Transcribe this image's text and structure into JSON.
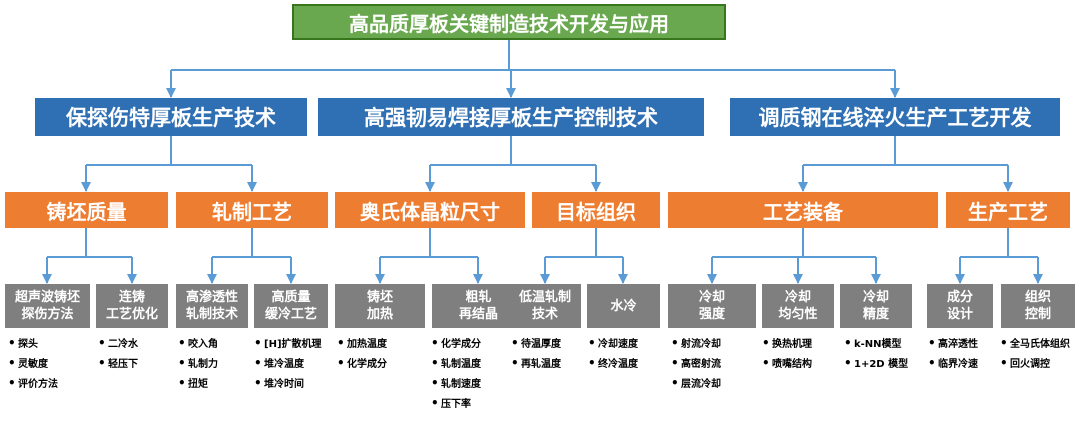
{
  "root": "高品质厚板关键制造技术开发与应用",
  "branches": [
    {
      "label": "保探伤特厚板生产技术",
      "groups": [
        {
          "label": "铸坯质量",
          "items": [
            {
              "label": "超声波铸坯\n探伤方法",
              "points": [
                "探头",
                "灵敏度",
                "评价方法"
              ]
            },
            {
              "label": "连铸\n工艺优化",
              "points": [
                "二冷水",
                "轻压下"
              ]
            }
          ]
        },
        {
          "label": "轧制工艺",
          "items": [
            {
              "label": "高渗透性\n轧制技术",
              "points": [
                "咬入角",
                "轧制力",
                "扭矩"
              ]
            },
            {
              "label": "高质量\n缓冷工艺",
              "points": [
                "[H]扩散机理",
                "堆冷温度",
                "堆冷时间"
              ]
            }
          ]
        }
      ]
    },
    {
      "label": "高强韧易焊接厚板生产控制技术",
      "groups": [
        {
          "label": "奥氏体晶粒尺寸",
          "items": [
            {
              "label": "铸坯\n加热",
              "points": [
                "加热温度",
                "化学成分"
              ]
            },
            {
              "label": "粗轧\n再结晶",
              "points": [
                "化学成分",
                "轧制温度",
                "轧制速度",
                "压下率"
              ]
            }
          ]
        },
        {
          "label": "目标组织",
          "items": [
            {
              "label": "低温轧制\n技术",
              "points": [
                "待温厚度",
                "再轧温度"
              ]
            },
            {
              "label": "水冷",
              "points": [
                "冷却速度",
                "终冷温度"
              ]
            }
          ]
        }
      ]
    },
    {
      "label": "调质钢在线淬火生产工艺开发",
      "groups": [
        {
          "label": "工艺装备",
          "items": [
            {
              "label": "冷却\n强度",
              "points": [
                "射流冷却",
                "高密射流",
                "层流冷却"
              ]
            },
            {
              "label": "冷却\n均匀性",
              "points": [
                "换热机理",
                "喷嘴结构"
              ]
            },
            {
              "label": "冷却\n精度",
              "points": [
                "k-NN模型",
                "1+2D 模型"
              ]
            }
          ]
        },
        {
          "label": "生产工艺",
          "items": [
            {
              "label": "成分\n设计",
              "points": [
                "高淬透性",
                "临界冷速"
              ]
            },
            {
              "label": "组织\n控制",
              "points": [
                "全马氏体组织",
                "回火调控"
              ]
            }
          ]
        }
      ]
    }
  ],
  "colors": {
    "root": "#6aa84f",
    "level1": "#2f6fb3",
    "level2": "#ed7d31",
    "level3": "#7f7f7f",
    "connector": "#5b9bd5"
  }
}
